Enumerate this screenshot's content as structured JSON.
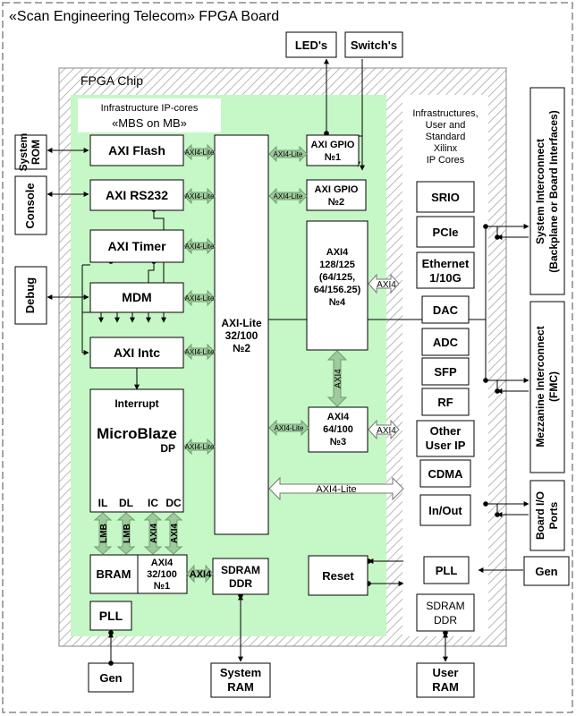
{
  "title": "«Scan Engineering Telecom» FPGA Board",
  "fpga_chip": "FPGA Chip",
  "infra_caption": "Infrastructure IP-cores",
  "mbs_on_mb": "«MBS on MB»",
  "right_panel_caption": [
    "Infrastructures,",
    "User and",
    "Standard",
    "Xilinx",
    "IP Cores"
  ],
  "external": {
    "system_rom": [
      "System",
      "ROM"
    ],
    "console": "Console",
    "debug": "Debug",
    "leds": "LED's",
    "switchs": "Switch's",
    "gen_left": "Gen",
    "system_ram": [
      "System",
      "RAM"
    ],
    "user_ram": [
      "User",
      "RAM"
    ],
    "gen_right": "Gen",
    "system_interconnect": [
      "System Interconnect",
      "(Backplane or Board Interfaces)"
    ],
    "mezzanine": [
      "Mezzanine Interconnect",
      "(FMC)"
    ],
    "board_io": [
      "Board I/O",
      "Ports"
    ]
  },
  "blocks": {
    "axi_flash": "AXI Flash",
    "axi_rs232": "AXI RS232",
    "axi_timer": "AXI Timer",
    "mdm": "MDM",
    "axi_intc": "AXI Intc",
    "interrupt": "Interrupt",
    "microblaze": "MicroBlaze",
    "dp": "DP",
    "il": "IL",
    "dl": "DL",
    "ic": "IC",
    "dc": "DC",
    "bram": "BRAM",
    "axi4_1": [
      "AXI4",
      "32/100",
      "№1"
    ],
    "pll_left": "PLL",
    "sdram_ddr": [
      "SDRAM",
      "DDR"
    ],
    "axi_lite_bus": [
      "AXI-Lite",
      "32/100",
      "№2"
    ],
    "axi_gpio_1": [
      "AXI GPIO",
      "№1"
    ],
    "axi_gpio_2": [
      "AXI GPIO",
      "№2"
    ],
    "axi4_4": [
      "AXI4",
      "128/125",
      "(64/125,",
      "64/156.25)",
      "№4"
    ],
    "axi4_3": [
      "AXI4",
      "64/100",
      "№3"
    ],
    "reset": "Reset"
  },
  "cores": [
    "SRIO",
    "PCIe",
    [
      "Ethernet",
      "1/10G"
    ],
    "DAC",
    "ADC",
    "SFP",
    "RF",
    [
      "Other",
      "User IP"
    ],
    "CDMA",
    "In/Out"
  ],
  "pll_right": "PLL",
  "sdram_ddr_right": [
    "SDRAM",
    "DDR"
  ],
  "arrow_labels": {
    "axi4_lite": "AXI4-Lite",
    "lmb": "LMB",
    "axi4": "AXI4",
    "axi_lite_long": "AXI4-Lite"
  },
  "colors": {
    "chip_green": "#c6f7c6",
    "arrow_green": "#9fca9f",
    "arrow_dark": "#6f9f6f",
    "hatch": "#bdbdbd"
  }
}
